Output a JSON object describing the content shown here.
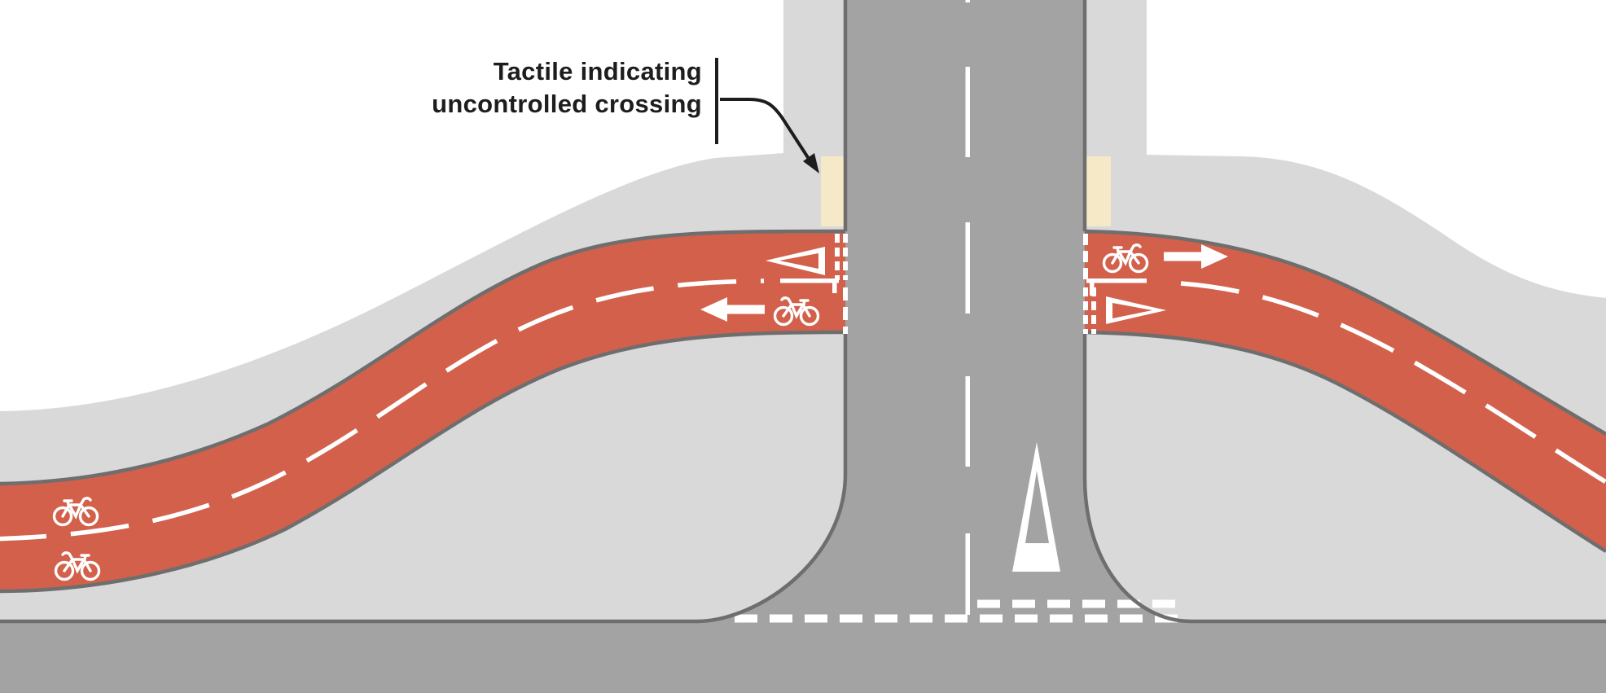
{
  "diagram": {
    "type": "street-design-diagram",
    "subject": "Bent-out two-way cycle track crossing a side road with uncontrolled pedestrian crossing",
    "annotation": {
      "label_line1": "Tactile indicating",
      "label_line2": "uncontrolled crossing"
    },
    "colors": {
      "background": "#ffffff",
      "footpath": "#d9d9d9",
      "road": "#a3a3a3",
      "curb_stroke": "#6e6e6e",
      "cycle_track": "#d2604b",
      "road_marking": "#ffffff",
      "tactile_paving": "#f6e9c8",
      "annotation_ink": "#1d1d1d"
    },
    "icons": [
      {
        "name": "bicycle-symbol",
        "meaning": "cycle track lane marking",
        "count": 4
      },
      {
        "name": "direction-arrow",
        "meaning": "lane travel direction",
        "count": 2
      },
      {
        "name": "give-way-triangle",
        "meaning": "yield marking on cycle track and carriageway",
        "count": 3
      },
      {
        "name": "elephant-feet-dashes",
        "meaning": "cycle crossing give-way squares",
        "count": 2
      },
      {
        "name": "tactile-paving-strip",
        "meaning": "uncontrolled crossing tactile surface",
        "count": 2
      },
      {
        "name": "leader-arrow",
        "meaning": "callout pointing to tactile paving",
        "count": 1
      }
    ]
  }
}
